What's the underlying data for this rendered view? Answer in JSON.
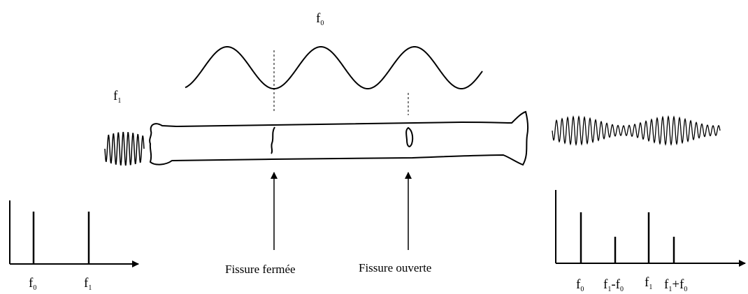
{
  "labels": {
    "pump_main": "f",
    "pump_sub": "0",
    "probe_main": "f",
    "probe_sub": "1",
    "closed_crack": "Fissure fermée",
    "open_crack": "Fissure ouverte"
  },
  "input_spectrum": {
    "ticks": [
      {
        "main": "f",
        "sub": "0"
      },
      {
        "main": "f",
        "sub": "1"
      }
    ]
  },
  "output_spectrum": {
    "ticks": [
      {
        "main": "f",
        "sub": "0"
      },
      {
        "main": "f",
        "sub": "1",
        "suffix_main": "-f",
        "suffix_sub": "0"
      },
      {
        "main": "f",
        "sub": "1"
      },
      {
        "main": "f",
        "sub": "1",
        "suffix_main": "+f",
        "suffix_sub": "0"
      }
    ]
  },
  "colors": {
    "ink": "#000000",
    "background": "#ffffff"
  }
}
